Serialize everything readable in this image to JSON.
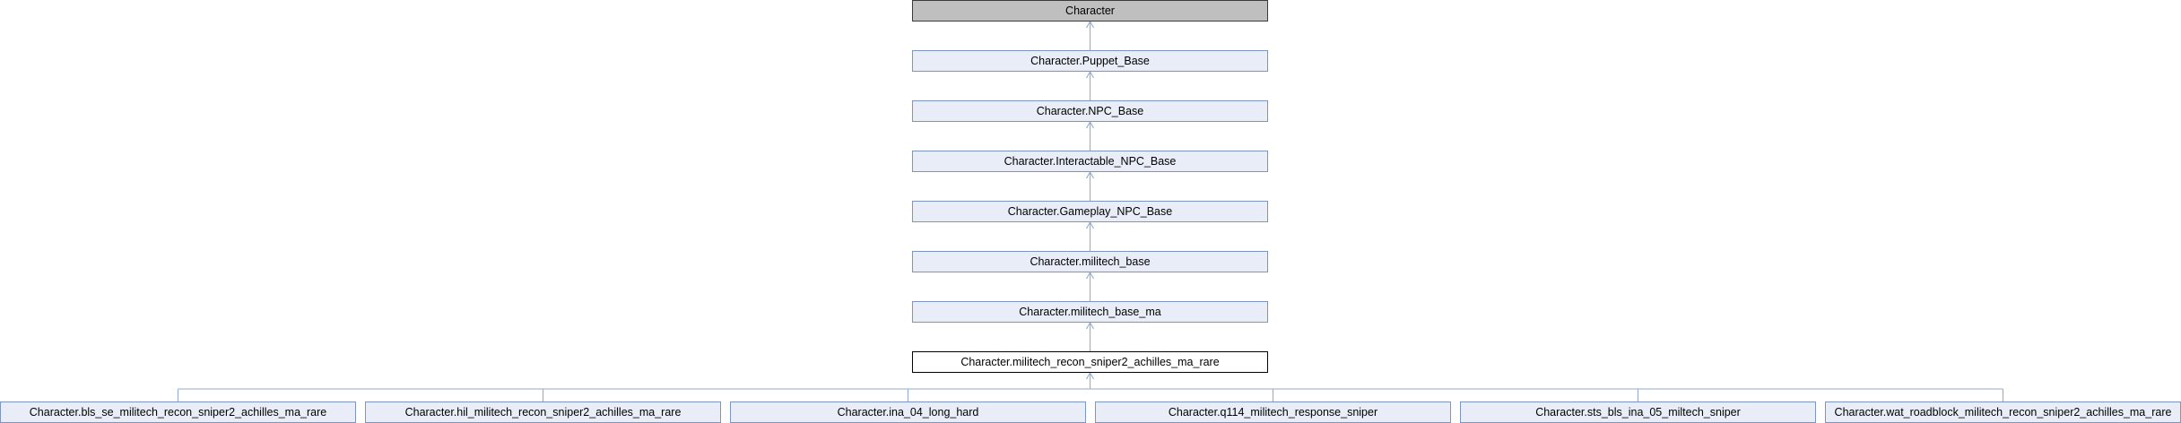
{
  "diagram": {
    "chain": [
      {
        "label": "Character",
        "kind": "root"
      },
      {
        "label": "Character.Puppet_Base",
        "kind": "base"
      },
      {
        "label": "Character.NPC_Base",
        "kind": "base"
      },
      {
        "label": "Character.Interactable_NPC_Base",
        "kind": "base"
      },
      {
        "label": "Character.Gameplay_NPC_Base",
        "kind": "base"
      },
      {
        "label": "Character.militech_base",
        "kind": "base"
      },
      {
        "label": "Character.militech_base_ma",
        "kind": "base"
      },
      {
        "label": "Character.militech_recon_sniper2_achilles_ma_rare",
        "kind": "current"
      }
    ],
    "children": [
      {
        "label": "Character.bls_se_militech_recon_sniper2_achilles_ma_rare"
      },
      {
        "label": "Character.hil_militech_recon_sniper2_achilles_ma_rare"
      },
      {
        "label": "Character.ina_04_long_hard"
      },
      {
        "label": "Character.q114_militech_response_sniper"
      },
      {
        "label": "Character.sts_bls_ina_05_miltech_sniper"
      },
      {
        "label": "Character.wat_roadblock_militech_recon_sniper2_achilles_ma_rare"
      }
    ],
    "colors": {
      "edge": "#8fa8d4",
      "node_fill": "#e8edf7",
      "node_border": "#7d95c2",
      "root_fill": "#bfbfbf",
      "current_fill": "#ffffff"
    }
  }
}
